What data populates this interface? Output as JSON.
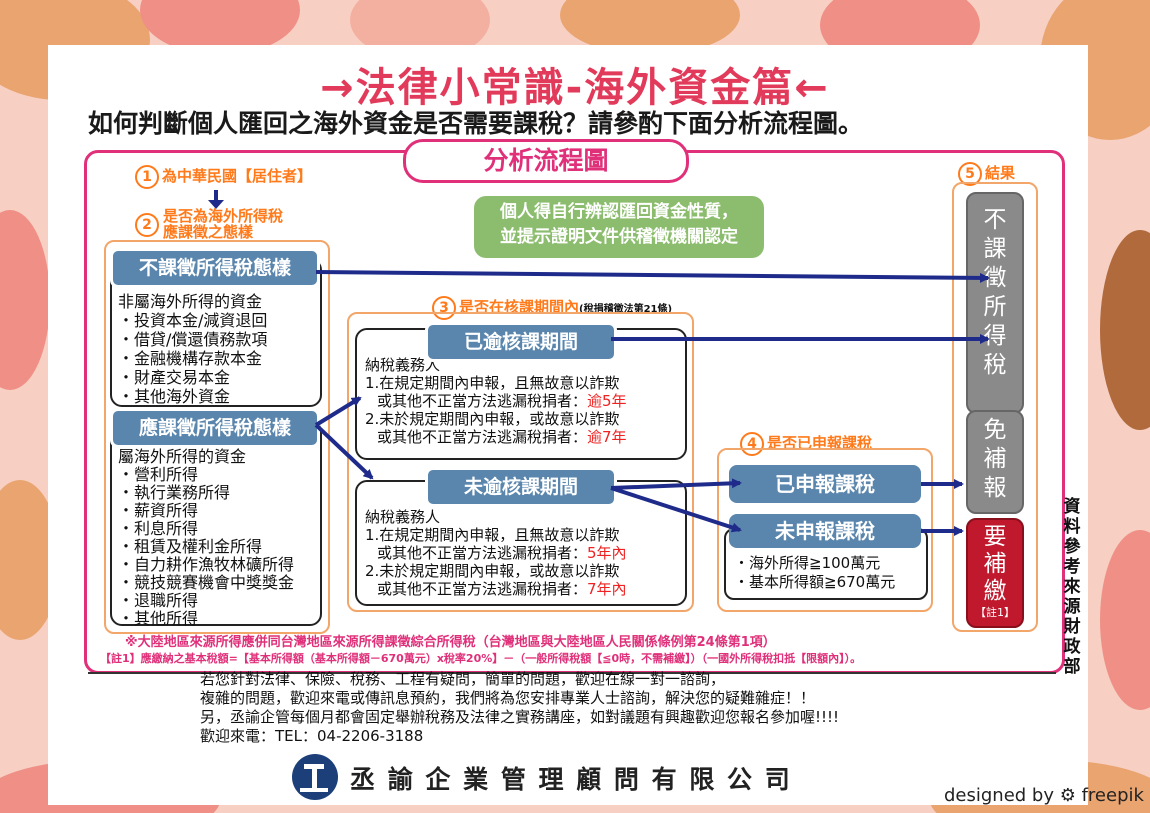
{
  "title": "→法律小常識-海外資金篇←",
  "subtitle": "如何判斷個人匯回之海外資金是否需要課稅？請參酌下面分析流程圖。",
  "chart_title": "分析流程圖",
  "step1": {
    "num": "1",
    "label": "為中華民國【居住者】"
  },
  "step2": {
    "num": "2",
    "label_line1": "是否為海外所得稅",
    "label_line2": "應課徵之態樣"
  },
  "step3": {
    "num": "3",
    "label": "是否在核課期間內",
    "note": "(稅捐稽徵法第21條)"
  },
  "step4": {
    "num": "4",
    "label": "是否已申報課稅"
  },
  "step5": {
    "num": "5",
    "label": "結果"
  },
  "green_note": {
    "line1": "個人得自行辨認匯回資金性質，",
    "line2": "並提示證明文件供稽徵機關認定"
  },
  "non_taxable": {
    "tag": "不課徵所得稅態樣",
    "heading": "非屬海外所得的資金",
    "items": [
      "・投資本金/減資退回",
      "・借貸/償還債務款項",
      "・金融機構存款本金",
      "・財產交易本金",
      "・其他海外資金"
    ]
  },
  "taxable": {
    "tag": "應課徵所得稅態樣",
    "heading": "屬海外所得的資金",
    "items": [
      "・營利所得",
      "・執行業務所得",
      "・薪資所得",
      "・利息所得",
      "・租賃及權利金所得",
      "・自力耕作漁牧林礦所得",
      "・競技競賽機會中獎獎金",
      "・退職所得",
      "・其他所得"
    ]
  },
  "expired": {
    "tag": "已逾核課期間",
    "heading": "納稅義務人",
    "line1a": "1.在規定期間內申報，且無故意以詐欺",
    "line1b": "或其他不正當方法逃漏稅捐者：",
    "line1c": "逾5年",
    "line2a": "2.未於規定期間內申報，或故意以詐欺",
    "line2b": "或其他不正當方法逃漏稅捐者：",
    "line2c": "逾7年"
  },
  "not_expired": {
    "tag": "未逾核課期間",
    "heading": "納稅義務人",
    "line1a": "1.在規定期間內申報，且無故意以詐欺",
    "line1b": "或其他不正當方法逃漏稅捐者：",
    "line1c": "5年內",
    "line2a": "2.未於規定期間內申報，或故意以詐欺",
    "line2b": "或其他不正當方法逃漏稅捐者：",
    "line2c": "7年內"
  },
  "declared": {
    "tag": "已申報課稅"
  },
  "undeclared": {
    "tag": "未申報課稅",
    "line1": "・海外所得≧100萬元",
    "line2": "・基本所得額≧670萬元"
  },
  "results": {
    "no_tax": [
      "不",
      "課",
      "徵",
      "所",
      "得",
      "稅"
    ],
    "exempt": [
      "免",
      "補",
      "報"
    ],
    "must_pay": [
      "要",
      "補",
      "繳"
    ],
    "note_tag": "【註1】"
  },
  "source_vertical": [
    "資",
    "料",
    "參",
    "考",
    "來",
    "源",
    "財",
    "政",
    "部"
  ],
  "mainland_note": "※大陸地區來源所得應併同台灣地區來源所得課徵綜合所得稅（台灣地區與大陸地區人民關係條例第24條第1項）",
  "note1": "【註1】應繳納之基本稅額=【基本所得額（基本所得額－670萬元）x稅率20%】－（一般所得稅額【≦0時，不需補繳】）（一國外所得稅扣抵【限額內】）。",
  "footer_lines": [
    "若您針對法律、保險、稅務、工程有疑問，簡單的問題，歡迎在線一對一諮詢，",
    "複雜的問題，歡迎來電或傳訊息預約，我們將為您安排專業人士諮詢，解決您的疑難雜症！！",
    "另，丞諭企管每個月都會固定舉辦稅務及法律之實務講座，如對議題有興趣歡迎您報名參加喔!!!!",
    "歡迎來電：TEL：04-2206-3188"
  ],
  "company": "丞 諭 企 業 管 理 顧 問 有 限 公 司",
  "credit": "designed by ⚙ freepik",
  "colors": {
    "accent": "#e0307a",
    "tag": "#5a86ad",
    "arrow": "#1f2b8a",
    "result": "#8a8a8a",
    "pay": "#c0182c",
    "step": "#ff7a1a"
  }
}
